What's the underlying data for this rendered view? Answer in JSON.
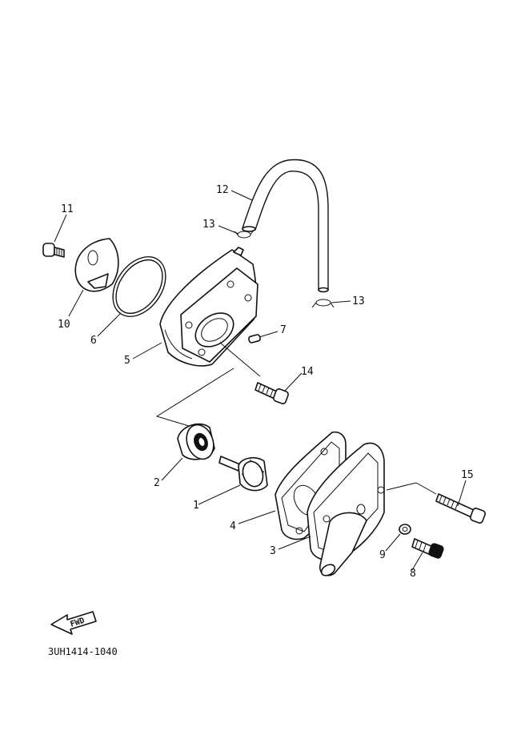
{
  "callouts": [
    {
      "id": "p1",
      "label": "1"
    },
    {
      "id": "p2",
      "label": "2"
    },
    {
      "id": "p3",
      "label": "3"
    },
    {
      "id": "p4",
      "label": "4"
    },
    {
      "id": "p5",
      "label": "5"
    },
    {
      "id": "p6",
      "label": "6"
    },
    {
      "id": "p7",
      "label": "7"
    },
    {
      "id": "p8",
      "label": "8"
    },
    {
      "id": "p9",
      "label": "9"
    },
    {
      "id": "p10",
      "label": "10"
    },
    {
      "id": "p11",
      "label": "11"
    },
    {
      "id": "p12",
      "label": "12"
    },
    {
      "id": "p13a",
      "label": "13"
    },
    {
      "id": "p13b",
      "label": "13"
    },
    {
      "id": "p14",
      "label": "14"
    },
    {
      "id": "p15",
      "label": "15"
    }
  ],
  "fwd_label": "FWD",
  "part_code": "3UH1414-1040"
}
